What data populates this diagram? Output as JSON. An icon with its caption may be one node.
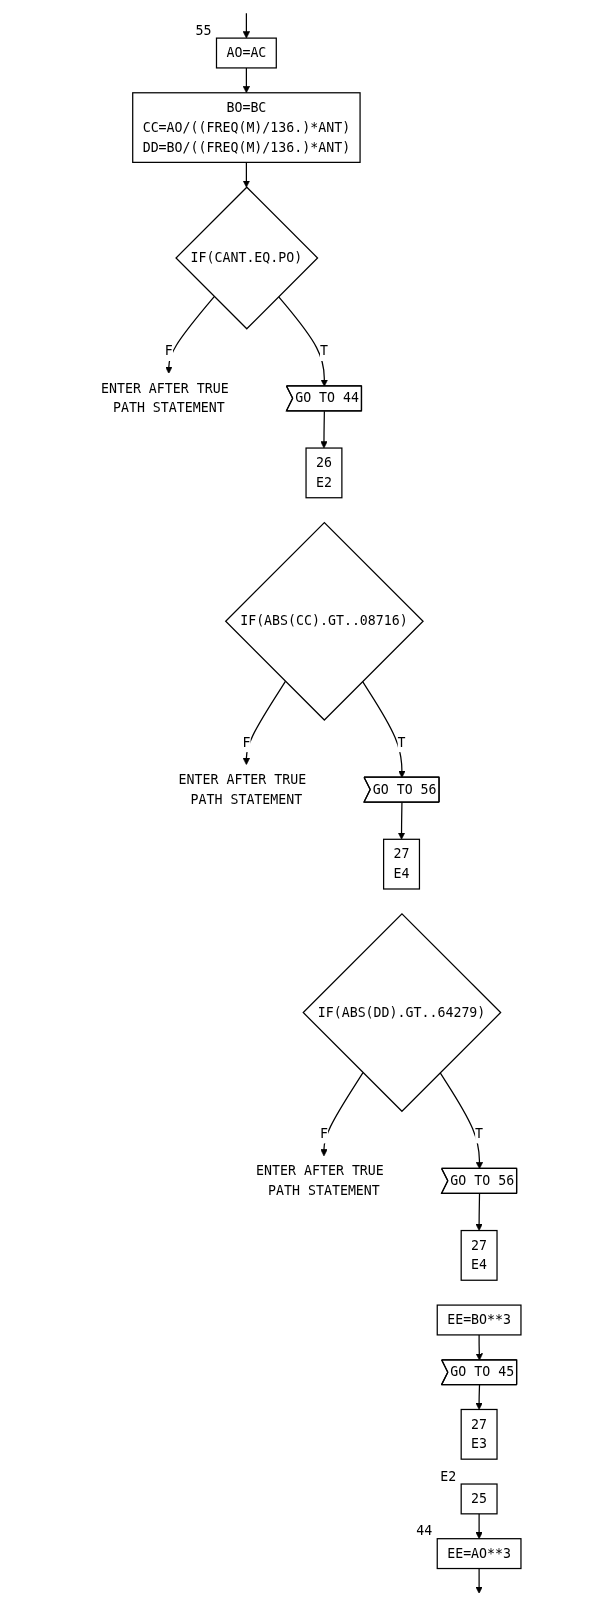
{
  "diagram": {
    "nodes": [
      {
        "text": [
          "AO=AC"
        ],
        "beside": [
          "55"
        ]
      },
      {
        "text": [
          "BO=BC",
          "CC=AO/((FREQ(M)/136.)*ANT)",
          "DD=BO/((FREQ(M)/136.)*ANT)"
        ]
      },
      {
        "text": [
          "IF(CANT.EQ.PO)"
        ]
      },
      {
        "text": [
          "ENTER AFTER TRUE PATH STATEMENT"
        ]
      },
      {
        "text": [
          "GO TO 44"
        ]
      },
      {
        "text": [
          "26",
          "E2"
        ]
      },
      {
        "text": [
          "IF(ABS(CC).GT..08716)"
        ]
      },
      {
        "text": [
          "ENTER AFTER TRUE PATH STATEMENT"
        ]
      },
      {
        "text": [
          "GO TO 56"
        ]
      },
      {
        "text": [
          "27",
          "E4"
        ]
      },
      {
        "text": [
          "IF(ABS(DD).GT..64279)"
        ]
      },
      {
        "text": [
          "ENTER AFTER TRUE PATH STATEMENT"
        ]
      },
      {
        "text": [
          "GO TO 56"
        ]
      },
      {
        "text": [
          "27",
          "E4"
        ]
      },
      {
        "text": [
          "EE=BO**3"
        ]
      },
      {
        "text": [
          "GO TO 45"
        ]
      },
      {
        "text": [
          "27",
          "E3"
        ]
      },
      {
        "text": [
          "25"
        ],
        "beside": [
          "E2"
        ]
      },
      {
        "text": [
          "EE=AO**3"
        ],
        "beside": [
          "44"
        ]
      }
    ],
    "edges": [
      {
        "from": null,
        "to": 0,
        "arrow": "to"
      },
      {
        "from": 0,
        "to": 1,
        "arrow": "to"
      },
      {
        "from": 1,
        "to": 2,
        "arrow": "to"
      },
      {
        "from": 2,
        "to": 3,
        "arrow": "to",
        "label": "F"
      },
      {
        "from": 2,
        "to": 4,
        "arrow": "to",
        "label": "T"
      },
      {
        "from": 4,
        "to": 5,
        "arrow": "to"
      },
      {
        "from": 6,
        "to": 7,
        "arrow": "to",
        "label": "F"
      },
      {
        "from": 6,
        "to": 8,
        "arrow": "to",
        "label": "T"
      },
      {
        "from": 8,
        "to": 9,
        "arrow": "to"
      },
      {
        "from": 10,
        "to": 11,
        "arrow": "to",
        "label": "F"
      },
      {
        "from": 10,
        "to": 12,
        "arrow": "to",
        "label": "T"
      },
      {
        "from": 12,
        "to": 13,
        "arrow": "to"
      },
      {
        "from": 14,
        "to": 15,
        "arrow": "to"
      },
      {
        "from": 15,
        "to": 16,
        "arrow": "to"
      },
      {
        "from": 17,
        "to": 18,
        "arrow": "to"
      },
      {
        "from": 18,
        "to": null,
        "arrow": "to"
      }
    ]
  }
}
